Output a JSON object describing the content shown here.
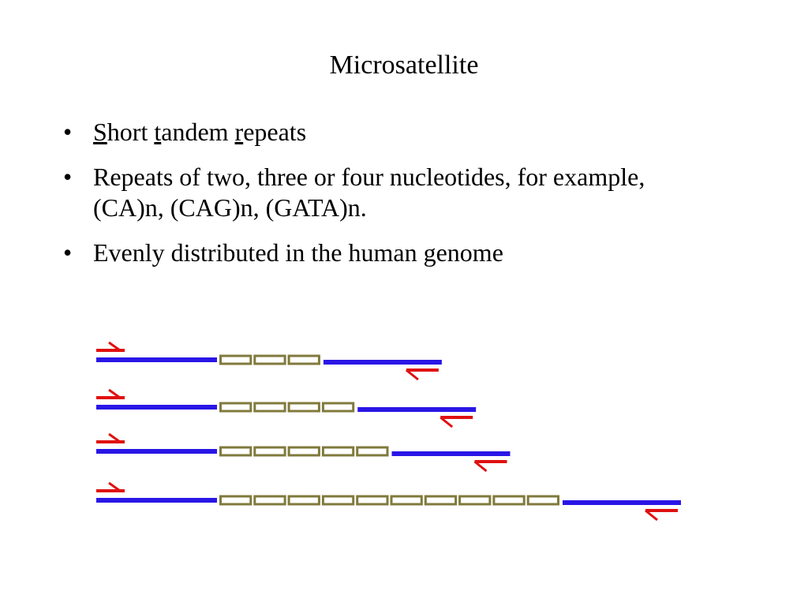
{
  "slide": {
    "title": "Microsatellite",
    "bullet_symbol": "•",
    "bullets": {
      "b1": {
        "w1_first": "S",
        "w1_rest": "hort ",
        "w2_first": "t",
        "w2_rest": "andem ",
        "w3_first": "r",
        "w3_rest": "epeats"
      },
      "b2": "Repeats of two, three or four nucleotides, for example, (CA)n, (CAG)n, (GATA)n.",
      "b3": "Evenly distributed in the human genome"
    }
  },
  "diagram": {
    "colors": {
      "flank": "#2a16e6",
      "repeat": "#807a3c",
      "primer": "#e01010"
    },
    "alleles": [
      {
        "repeat_units": 3
      },
      {
        "repeat_units": 4
      },
      {
        "repeat_units": 5
      },
      {
        "repeat_units": 10
      }
    ]
  }
}
